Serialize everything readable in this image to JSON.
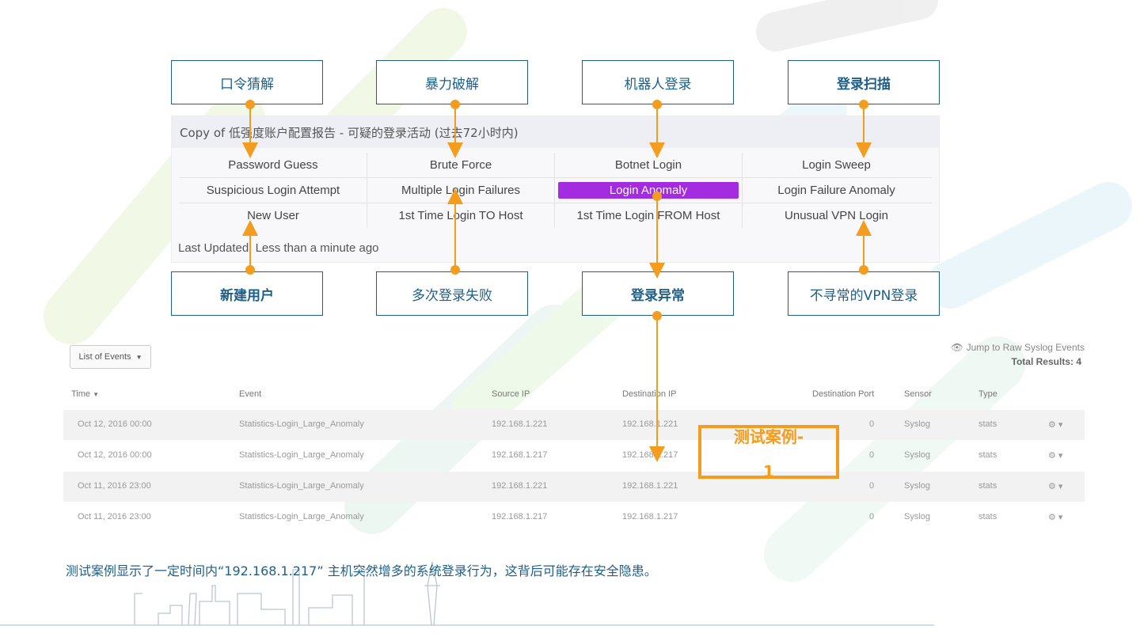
{
  "annotations_top": [
    "口令猜解",
    "暴力破解",
    "机器人登录",
    "登录扫描"
  ],
  "annotations_bottom": [
    "新建用户",
    "多次登录失败",
    "登录异常",
    "不寻常的VPN登录"
  ],
  "report": {
    "title": "Copy of 低强度账户配置报告 - 可疑的登录活动 (过去72小时内)",
    "rows": [
      [
        "Password Guess",
        "Brute Force",
        "Botnet Login",
        "Login Sweep"
      ],
      [
        "Suspicious Login Attempt",
        "Multiple Login Failures",
        "Login Anomaly",
        "Login Failure Anomaly"
      ],
      [
        "New User",
        "1st Time Login TO Host",
        "1st Time Login FROM Host",
        "Unusual VPN Login"
      ]
    ],
    "active_cell": "Login Anomaly",
    "last_updated": "Last Updated: Less than a minute ago",
    "active_color": "#a32ce0"
  },
  "events": {
    "list_button": "List of Events",
    "jump_link": "Jump to Raw Syslog Events",
    "total_results": "Total Results: 4",
    "columns": [
      "Time",
      "Event",
      "Source IP",
      "Destination IP",
      "Destination Port",
      "Sensor",
      "Type"
    ],
    "rows": [
      {
        "time": "Oct 12, 2016 00:00",
        "event": "Statistics-Login_Large_Anomaly",
        "src": "192.168.1.221",
        "dst": "192.168.1.221",
        "port": "0",
        "sensor": "Syslog",
        "type": "stats"
      },
      {
        "time": "Oct 12, 2016 00:00",
        "event": "Statistics-Login_Large_Anomaly",
        "src": "192.168.1.217",
        "dst": "192.168.1.217",
        "port": "0",
        "sensor": "Syslog",
        "type": "stats"
      },
      {
        "time": "Oct 11, 2016 23:00",
        "event": "Statistics-Login_Large_Anomaly",
        "src": "192.168.1.221",
        "dst": "192.168.1.221",
        "port": "0",
        "sensor": "Syslog",
        "type": "stats"
      },
      {
        "time": "Oct 11, 2016 23:00",
        "event": "Statistics-Login_Large_Anomaly",
        "src": "192.168.1.217",
        "dst": "192.168.1.217",
        "port": "0",
        "sensor": "Syslog",
        "type": "stats"
      }
    ]
  },
  "test_case": {
    "line1": "测试案例-",
    "line2": "1"
  },
  "caption": "测试案例显示了一定时间内“192.168.1.217” 主机突然增多的系统登录行为，这背后可能存在安全隐患。",
  "colors": {
    "accent": "#f39c1e",
    "annotation_text": "#1e5f88",
    "watermark": "#d9ecd6"
  }
}
